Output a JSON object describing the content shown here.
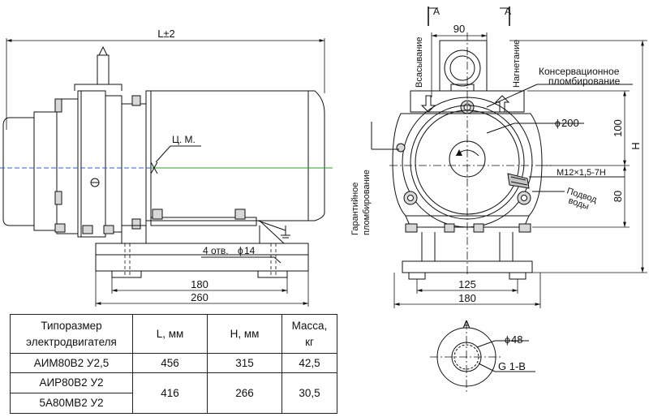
{
  "side_view": {
    "dim_length": "L±2",
    "label_center_mass": "Ц. М.",
    "label_holes": "4 отв.",
    "hole_diameter": "14",
    "dim_180": "180",
    "dim_260": "260"
  },
  "front_view": {
    "section_a_left": "А",
    "section_a_right": "А",
    "dim_90": "90",
    "label_suction": "Всасывание",
    "label_discharge": "Нагнетание",
    "label_conservation_seal": "Консервационное пломбирование",
    "label_warranty_seal": "Гарантийное пломбирование",
    "dim_diameter_200": "200",
    "thread_label": "М12×1,5-7Н",
    "label_water_supply": "Подвод воды",
    "dim_100": "100",
    "dim_80": "80",
    "dim_h": "Н",
    "dim_125": "125",
    "dim_180": "180"
  },
  "detail_a": {
    "title": "А",
    "diameter": "48",
    "thread": "G 1-B"
  },
  "spec_table": {
    "headers": [
      "Типоразмер электродвигателя",
      "L, мм",
      "Н, мм",
      "Масса, кг"
    ],
    "rows": [
      {
        "model": "АИМ80В2 У2,5",
        "l": "456",
        "h": "315",
        "mass": "42,5"
      },
      {
        "model": "АИР80В2 У2",
        "l": "416",
        "h": "266",
        "mass": "30,5"
      },
      {
        "model": "5А80МВ2 У2",
        "l": "",
        "h": "",
        "mass": ""
      }
    ]
  }
}
